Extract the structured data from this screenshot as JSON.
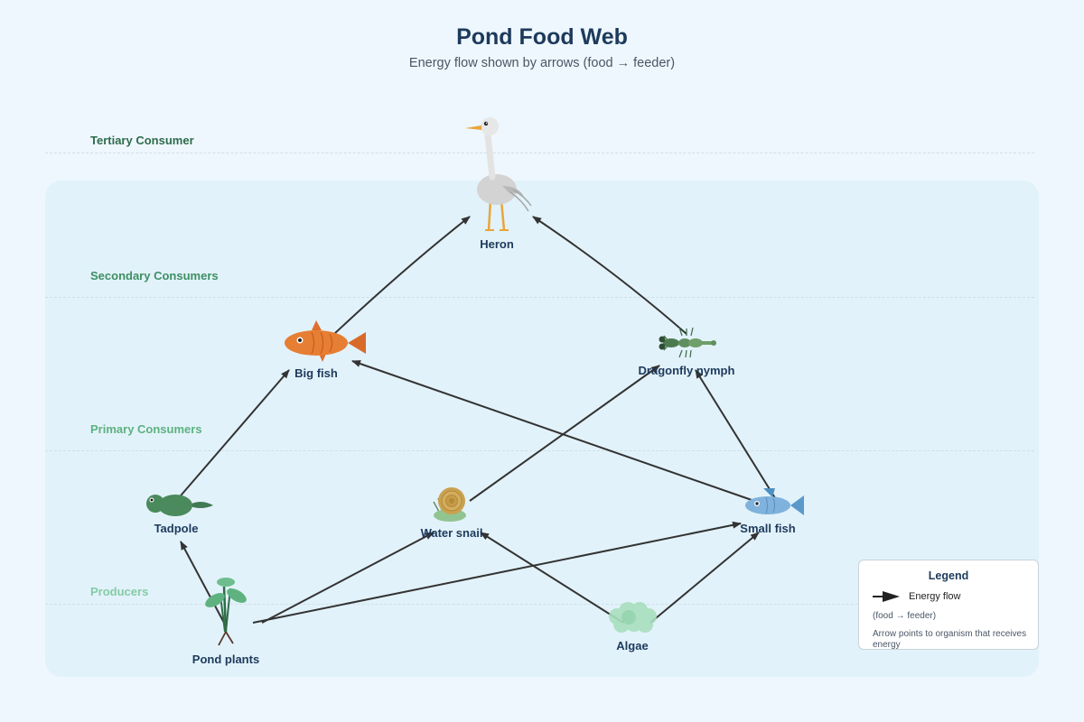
{
  "title": "Pond Food Web",
  "subtitle": "Energy flow shown by arrows (food → feeder)",
  "levels": [
    {
      "label": "Tertiary Consumer",
      "color": "#2e6b4c"
    },
    {
      "label": "Secondary Consumers",
      "color": "#3d8f63"
    },
    {
      "label": "Primary Consumers",
      "color": "#5cb27f"
    },
    {
      "label": "Producers",
      "color": "#85cba5"
    }
  ],
  "organisms": {
    "heron": {
      "label": "Heron",
      "level": "Tertiary Consumer"
    },
    "big_fish": {
      "label": "Big fish",
      "level": "Secondary Consumers"
    },
    "dragonfly_nymph": {
      "label": "Dragonfly nymph",
      "level": "Secondary Consumers"
    },
    "tadpole": {
      "label": "Tadpole",
      "level": "Primary Consumers"
    },
    "water_snail": {
      "label": "Water snail",
      "level": "Primary Consumers"
    },
    "small_fish": {
      "label": "Small fish",
      "level": "Primary Consumers"
    },
    "pond_plants": {
      "label": "Pond plants",
      "level": "Producers"
    },
    "algae": {
      "label": "Algae",
      "level": "Producers"
    }
  },
  "energy_flows": [
    {
      "from": "Big fish",
      "to": "Heron"
    },
    {
      "from": "Dragonfly nymph",
      "to": "Heron"
    },
    {
      "from": "Tadpole",
      "to": "Big fish"
    },
    {
      "from": "Small fish",
      "to": "Big fish"
    },
    {
      "from": "Water snail",
      "to": "Dragonfly nymph"
    },
    {
      "from": "Small fish",
      "to": "Dragonfly nymph"
    },
    {
      "from": "Pond plants",
      "to": "Tadpole"
    },
    {
      "from": "Pond plants",
      "to": "Water snail"
    },
    {
      "from": "Pond plants",
      "to": "Small fish"
    },
    {
      "from": "Algae",
      "to": "Water snail"
    },
    {
      "from": "Algae",
      "to": "Small fish"
    }
  ],
  "legend": {
    "title": "Legend",
    "flow_label": "Energy flow",
    "flow_sub": "(food → feeder)",
    "note": "Arrow points to organism that receives energy"
  },
  "colors": {
    "background": "#eef7fd",
    "panel": "#e2f2fa",
    "arrow": "#333333",
    "title": "#1d3a5c"
  }
}
